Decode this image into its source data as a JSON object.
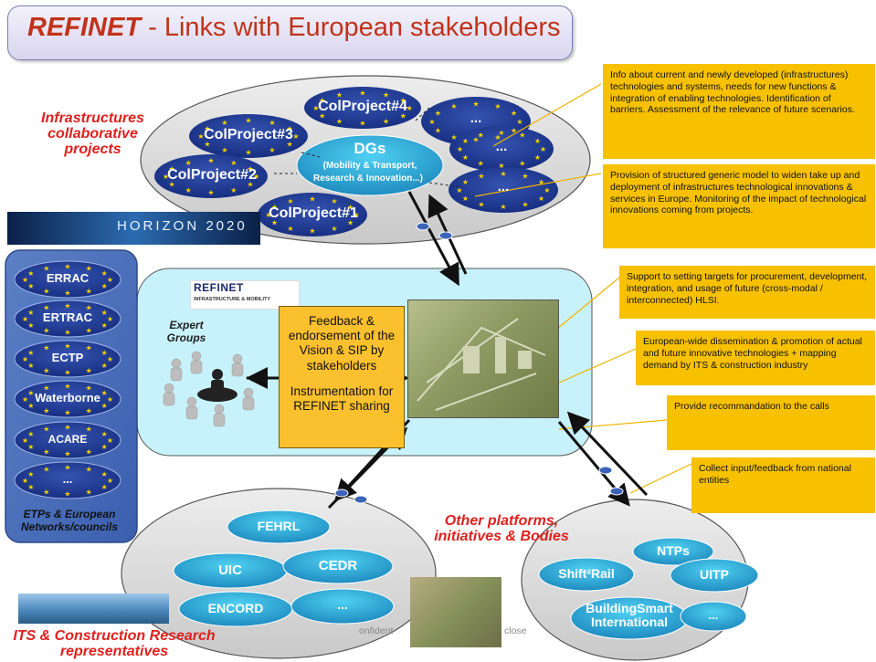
{
  "title": {
    "brand": "REFINET",
    "rest": " -  Links with European stakeholders"
  },
  "labels": {
    "infra_collab": "Infrastructures collaborative projects",
    "other_platforms": "Other platforms, initiatives & Bodies",
    "its_construction": "ITS  & Construction Research representatives",
    "etp_caption": "ETPs & European Networks/councils",
    "expert_groups": "Expert Groups",
    "horizon": "HORIZON 2020"
  },
  "top_cluster": {
    "projects": [
      "ColProject#4",
      "ColProject#3",
      "ColProject#2",
      "ColProject#1"
    ],
    "dots": [
      "...",
      "...",
      "..."
    ],
    "dgs_title": "DGs",
    "dgs_line1": "(Mobility & Transport,",
    "dgs_line2": "Research & Innovation...)"
  },
  "etps": [
    "ERRAC",
    "ERTRAC",
    "ECTP",
    "Waterborne",
    "ACARE",
    "..."
  ],
  "center": {
    "logo_name": "REFINET",
    "logo_sub": "INFRASTRUCTURE & MOBILITY",
    "feedback": "Feedback & endorsement of the Vision & SIP by stakeholders",
    "instrumentation": "Instrumentation for REFINET sharing"
  },
  "its_cluster": [
    "FEHRL",
    "UIC",
    "CEDR",
    "ENCORD",
    "..."
  ],
  "other_cluster": [
    "NTPs",
    "Shift²Rail",
    "UITP",
    "BuildingSmart International",
    "..."
  ],
  "notes": [
    "Info about current and newly developed (infrastructures) technologies and systems, needs for new functions & integration of enabling technologies. Identification of barriers. Assessment of the relevance of future scenarios.",
    "Provision of structured generic model to widen take up and deployment of infrastructures technological innovations & services in Europe. Monitoring of the impact of technological innovations coming from projects.",
    "Support to setting targets for procurement, development, integration, and usage of future (cross-modal / interconnected) HLSI.",
    "European-wide dissemination & promotion of actual and future innovative technologies + mapping demand by ITS & construction industry",
    "Provide recommandation to the calls",
    "Collect input/feedback from national entities"
  ],
  "footer": {
    "left": "onfident",
    "right": "close"
  },
  "colors": {
    "title_red": "#c0331a",
    "label_red": "#e0201c",
    "note_yellow": "#f7c100",
    "eu_blue": "#1f3d96",
    "node_blue": "#2b8fce",
    "cyan_panel": "#c8f2fb"
  }
}
